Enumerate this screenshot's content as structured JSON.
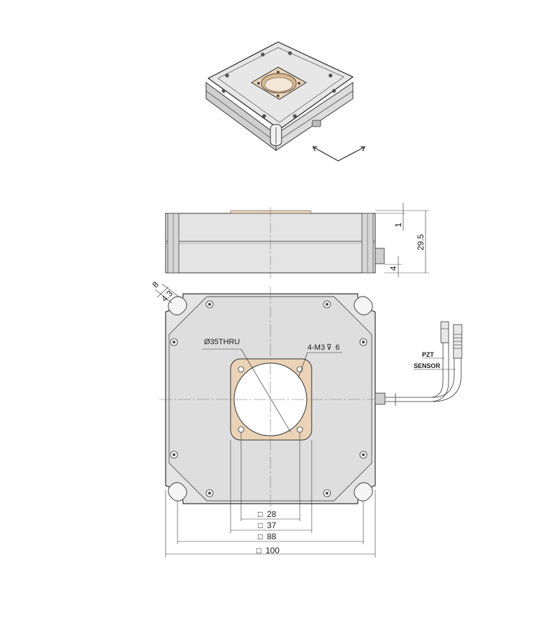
{
  "drawing": {
    "iso_view": {
      "arrows": "xy-motion-arrows"
    },
    "side_view": {
      "dim_top": "1",
      "dim_total": "29.5",
      "dim_bottom": "4"
    },
    "top_view": {
      "aperture_label": "Ø35THRU",
      "thread_label": "4-M3",
      "thread_depth": "6",
      "slot_width": "8",
      "slot_offset": "4.3",
      "cable_pzt": "PZT",
      "cable_sensor": "SENSOR",
      "square_sym": "□",
      "dim_28": "28",
      "dim_37": "37",
      "dim_88": "88",
      "dim_100": "100"
    }
  },
  "colors": {
    "stage_fill": "#e4e4e4",
    "stage_dark": "#cfcfcf",
    "brass": "#ead3b6",
    "line": "#2a2a2a",
    "centerline": "#7a7a7a"
  }
}
